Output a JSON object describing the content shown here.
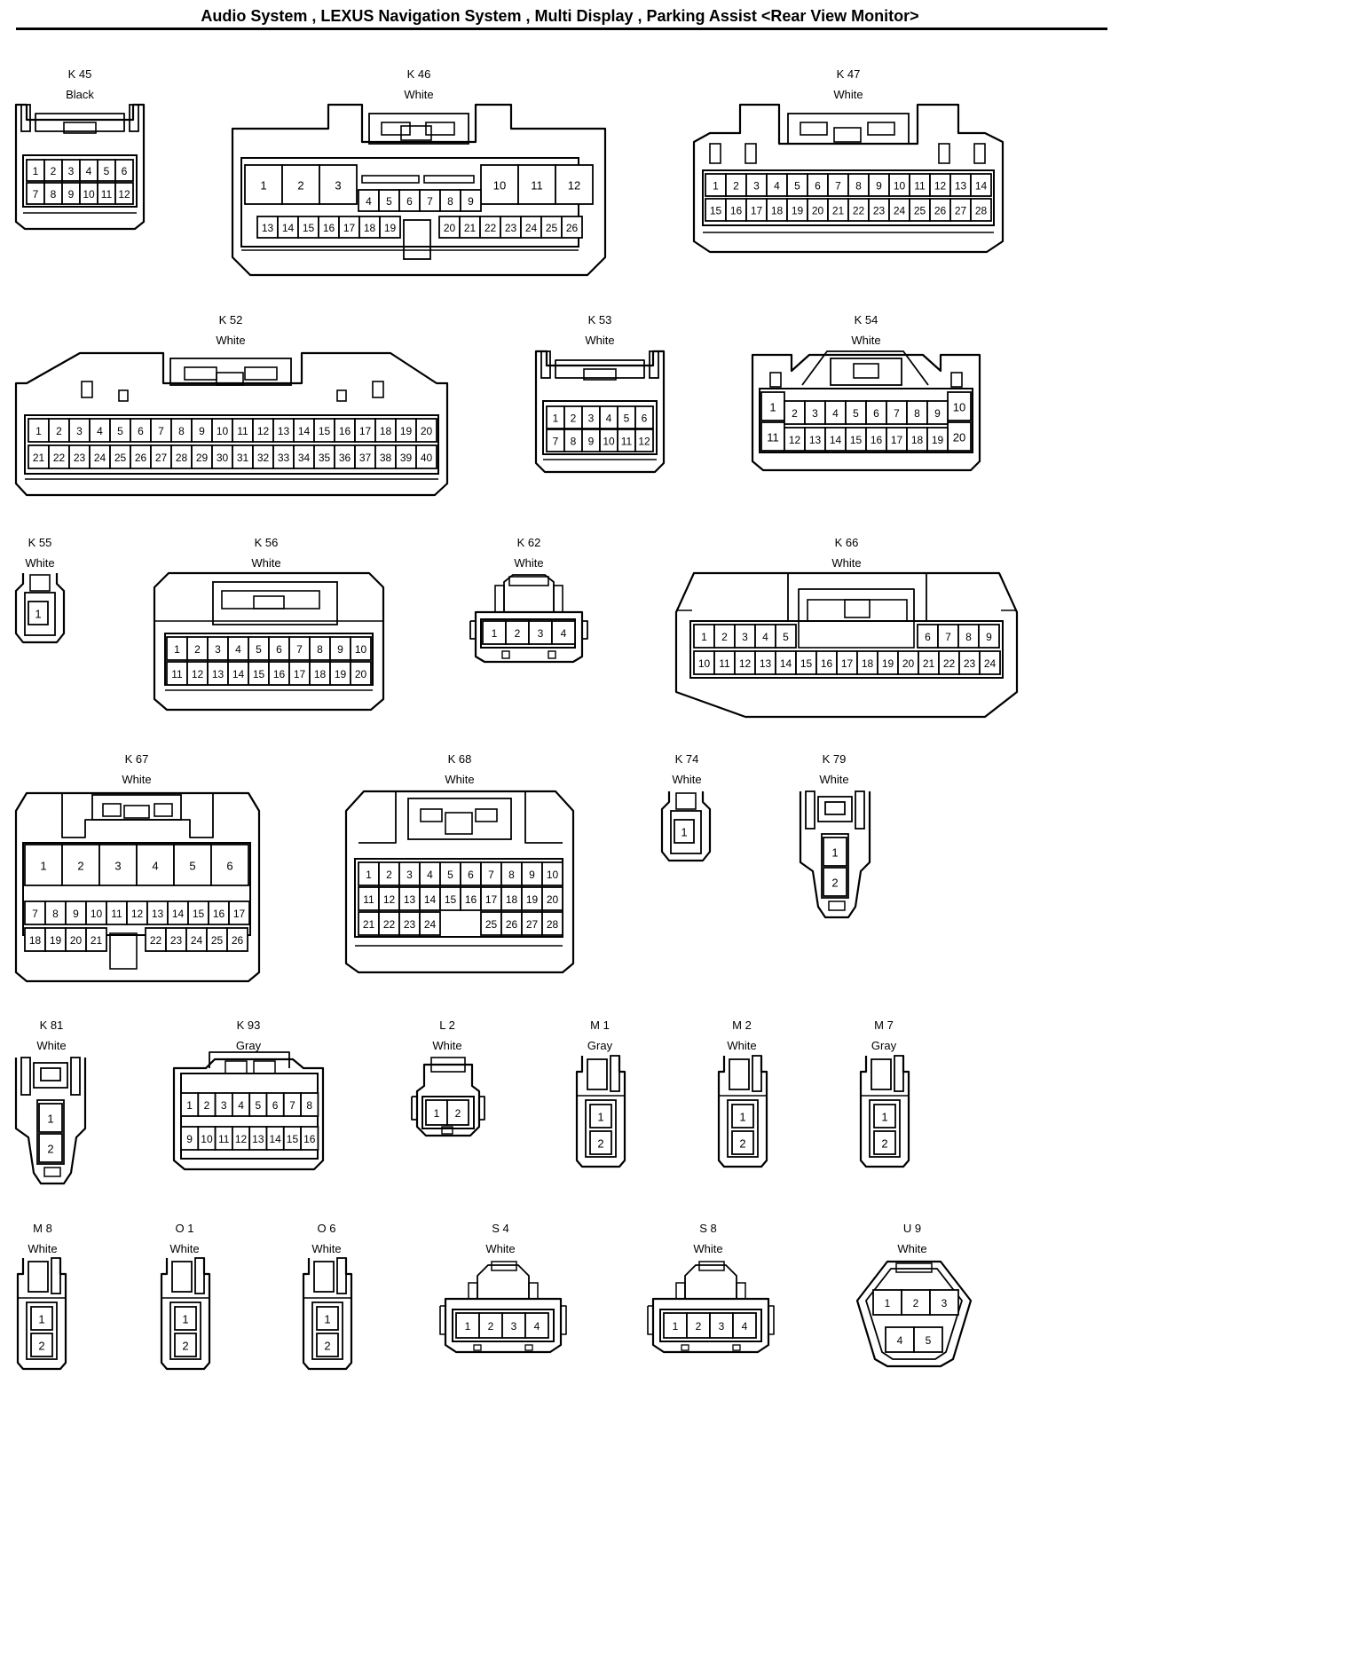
{
  "title": "Audio System , LEXUS Navigation System , Multi Display , Parking Assist <Rear View Monitor>",
  "connectors": [
    {
      "id": "K 45",
      "color": "Black"
    },
    {
      "id": "K 46",
      "color": "White"
    },
    {
      "id": "K 47",
      "color": "White"
    },
    {
      "id": "K 52",
      "color": "White"
    },
    {
      "id": "K 53",
      "color": "White"
    },
    {
      "id": "K 54",
      "color": "White"
    },
    {
      "id": "K 55",
      "color": "White"
    },
    {
      "id": "K 56",
      "color": "White"
    },
    {
      "id": "K 62",
      "color": "White"
    },
    {
      "id": "K 66",
      "color": "White"
    },
    {
      "id": "K 67",
      "color": "White"
    },
    {
      "id": "K 68",
      "color": "White"
    },
    {
      "id": "K 74",
      "color": "White"
    },
    {
      "id": "K 79",
      "color": "White"
    },
    {
      "id": "K 81",
      "color": "White"
    },
    {
      "id": "K 93",
      "color": "Gray"
    },
    {
      "id": "L 2",
      "color": "White"
    },
    {
      "id": "M 1",
      "color": "Gray"
    },
    {
      "id": "M 2",
      "color": "White"
    },
    {
      "id": "M 7",
      "color": "Gray"
    },
    {
      "id": "M 8",
      "color": "White"
    },
    {
      "id": "O 1",
      "color": "White"
    },
    {
      "id": "O 6",
      "color": "White"
    },
    {
      "id": "S 4",
      "color": "White"
    },
    {
      "id": "S 8",
      "color": "White"
    },
    {
      "id": "U 9",
      "color": "White"
    }
  ]
}
